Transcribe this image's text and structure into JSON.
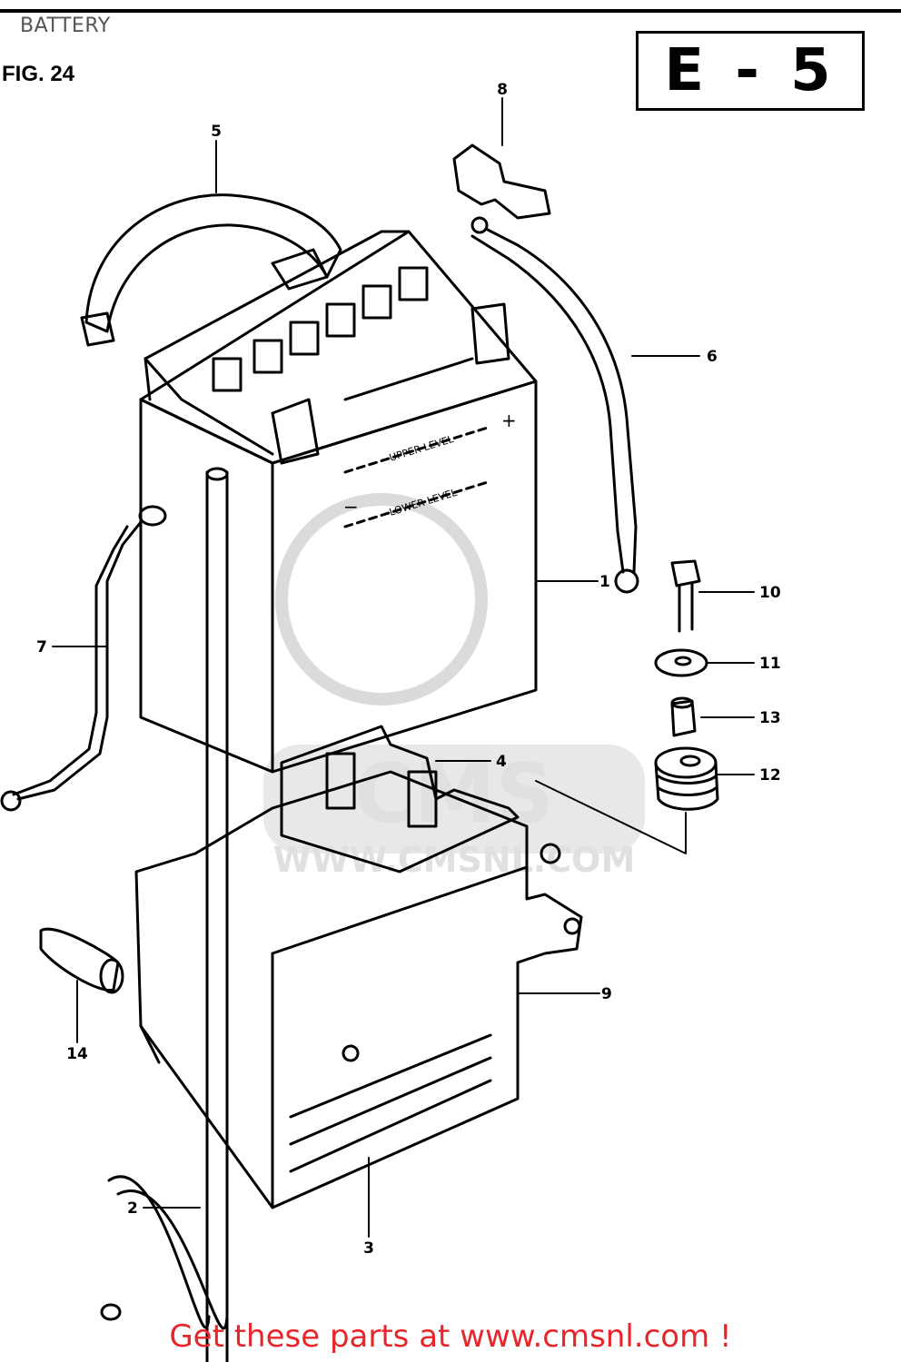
{
  "section_title": "BATTERY",
  "figure_label": "FIG. 24",
  "diagram_code": "E - 5",
  "battery_labels": {
    "upper": "UPPER LEVEL",
    "lower": "LOWER LEVEL",
    "plus": "+",
    "minus": "−"
  },
  "callouts": [
    {
      "id": "1",
      "label": "1"
    },
    {
      "id": "2",
      "label": "2"
    },
    {
      "id": "3",
      "label": "3"
    },
    {
      "id": "4",
      "label": "4"
    },
    {
      "id": "5",
      "label": "5"
    },
    {
      "id": "6",
      "label": "6"
    },
    {
      "id": "7",
      "label": "7"
    },
    {
      "id": "8",
      "label": "8"
    },
    {
      "id": "9",
      "label": "9"
    },
    {
      "id": "10",
      "label": "10"
    },
    {
      "id": "11",
      "label": "11"
    },
    {
      "id": "12",
      "label": "12"
    },
    {
      "id": "13",
      "label": "13"
    },
    {
      "id": "14",
      "label": "14"
    }
  ],
  "watermark": {
    "brand": "CMS",
    "url": "WWW.CMSNL.COM"
  },
  "call_to_action": "Get these parts at www.cmsnl.com !"
}
